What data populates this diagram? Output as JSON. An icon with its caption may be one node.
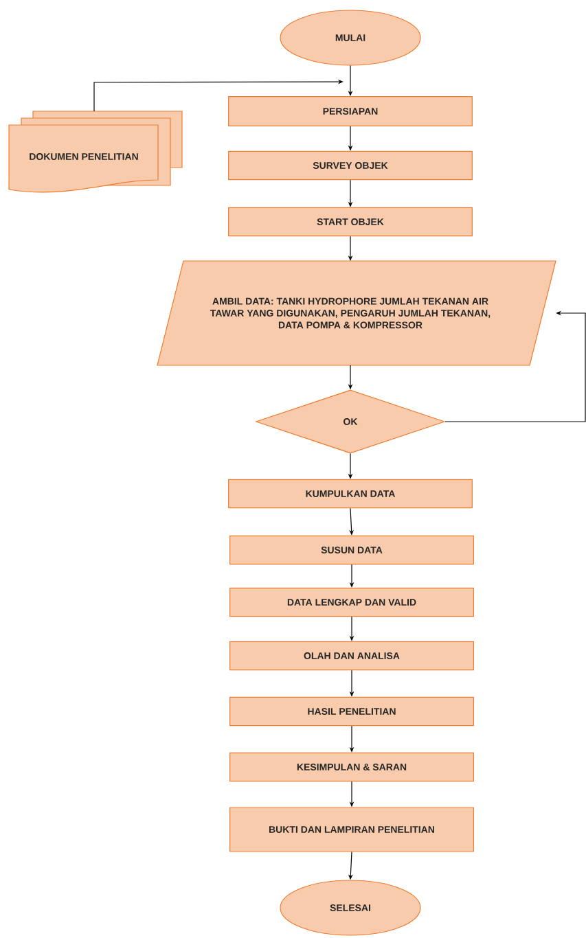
{
  "diagram": {
    "nodes": [
      {
        "text": [
          "MULAI"
        ]
      },
      {
        "text": [
          "DOKUMEN PENELITIAN"
        ]
      },
      {
        "text": [
          "PERSIAPAN"
        ]
      },
      {
        "text": [
          "SURVEY OBJEK"
        ]
      },
      {
        "text": [
          "START OBJEK"
        ]
      },
      {
        "text": [
          "AMBIL DATA: TANKI HYDROPHORE JUMLAH TEKANAN AIR TAWAR YANG DIGUNAKAN, PENGARUH JUMLAH TEKANAN, DATA POMPA & KOMPRESSOR"
        ]
      },
      {
        "text": [
          "OK"
        ]
      },
      {
        "text": [
          "KUMPULKAN DATA"
        ]
      },
      {
        "text": [
          "SUSUN DATA"
        ]
      },
      {
        "text": [
          "DATA LENGKAP DAN VALID"
        ]
      },
      {
        "text": [
          "OLAH DAN ANALISA"
        ]
      },
      {
        "text": [
          "HASIL PENELITIAN"
        ]
      },
      {
        "text": [
          "KESIMPULAN & SARAN"
        ]
      },
      {
        "text": [
          "BUKTI DAN LAMPIRAN PENELITIAN"
        ]
      },
      {
        "text": [
          "SELESAI"
        ]
      }
    ],
    "edges": [
      {
        "from": 0,
        "to": 2,
        "arrow": "to"
      },
      {
        "from": 1,
        "to": 2,
        "arrow": "to"
      },
      {
        "from": 2,
        "to": 3,
        "arrow": "to"
      },
      {
        "from": 3,
        "to": 4,
        "arrow": "to"
      },
      {
        "from": 4,
        "to": 5,
        "arrow": "to"
      },
      {
        "from": 5,
        "to": 6,
        "arrow": "to"
      },
      {
        "from": 6,
        "to": 5,
        "arrow": "to"
      },
      {
        "from": 6,
        "to": 7,
        "arrow": "to"
      },
      {
        "from": 7,
        "to": 8,
        "arrow": "to"
      },
      {
        "from": 8,
        "to": 9,
        "arrow": "to"
      },
      {
        "from": 9,
        "to": 10,
        "arrow": "to"
      },
      {
        "from": 10,
        "to": 11,
        "arrow": "to"
      },
      {
        "from": 11,
        "to": 12,
        "arrow": "to"
      },
      {
        "from": 12,
        "to": 13,
        "arrow": "to"
      },
      {
        "from": 13,
        "to": 14,
        "arrow": "to"
      }
    ]
  }
}
